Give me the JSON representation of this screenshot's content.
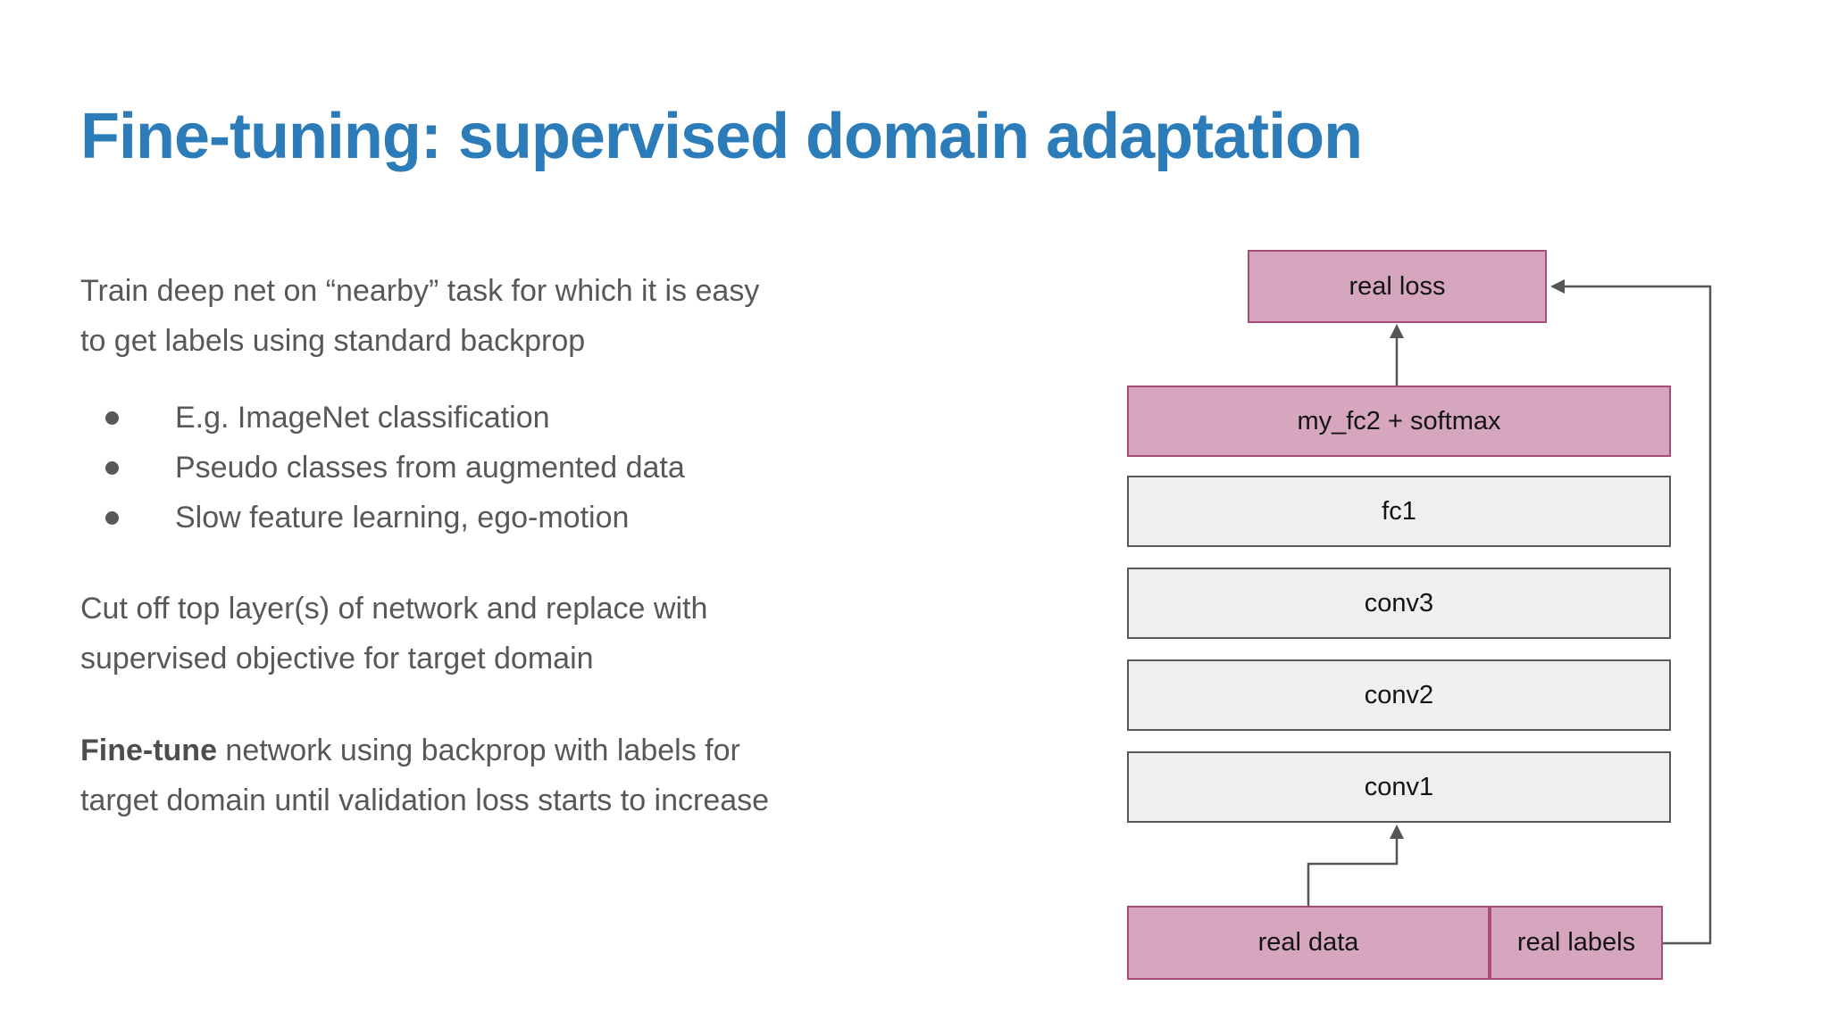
{
  "slide": {
    "background": "#ffffff",
    "title": {
      "text": "Fine-tuning: supervised domain adaptation",
      "color": "#2d7cba"
    },
    "body": {
      "text_color": "#58585a",
      "p1": {
        "line1": "Train deep net on “nearby” task for which it is easy",
        "line2": "to get labels using standard backprop"
      },
      "bullets": [
        {
          "label": "E.g. ImageNet classification"
        },
        {
          "label": "Pseudo classes from augmented data"
        },
        {
          "label": "Slow feature learning, ego-motion"
        }
      ],
      "p2": {
        "line1": "Cut off top layer(s) of network and replace with",
        "line2": "supervised objective for target domain"
      },
      "p3": {
        "bold": "Fine-tune",
        "line1_rest": " network using backprop with labels for",
        "line2": "target domain until validation loss starts to increase"
      }
    }
  },
  "diagram": {
    "colors": {
      "pink_fill": "#d5a6bd",
      "pink_border": "#a64d79",
      "gray_fill": "#efefef",
      "gray_border": "#58585a",
      "arrow": "#555555",
      "label_text": "#141414"
    },
    "boxes": [
      {
        "id": "real-loss",
        "label": "real loss"
      },
      {
        "id": "my-fc2",
        "label": "my_fc2 + softmax"
      },
      {
        "id": "fc1",
        "label": "fc1"
      },
      {
        "id": "conv3",
        "label": "conv3"
      },
      {
        "id": "conv2",
        "label": "conv2"
      },
      {
        "id": "conv1",
        "label": "conv1"
      },
      {
        "id": "real-data",
        "label": "real data"
      },
      {
        "id": "real-labels",
        "label": "real labels"
      }
    ]
  }
}
